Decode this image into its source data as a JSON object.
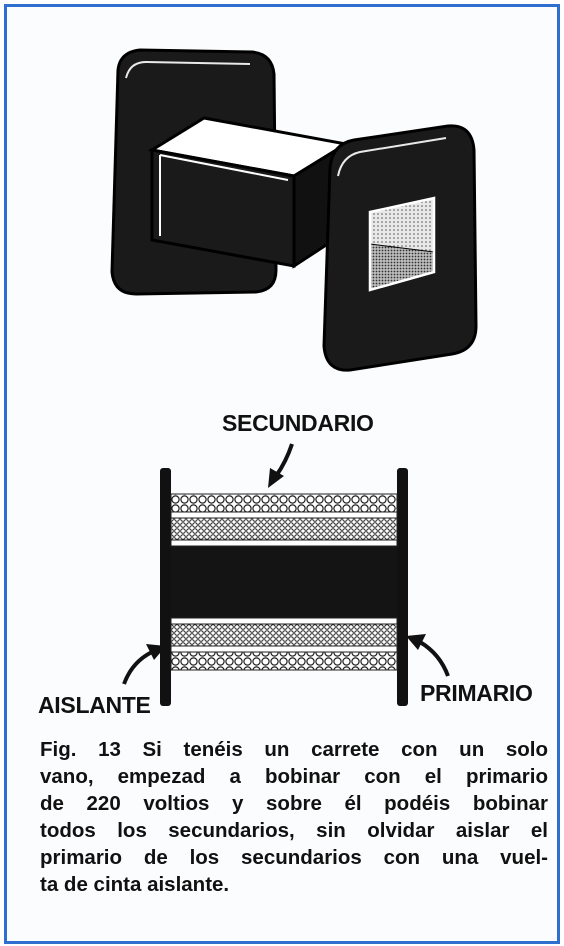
{
  "labels": {
    "secundario": "SECUNDARIO",
    "aislante": "AISLANTE",
    "primario": "PRIMARIO"
  },
  "caption": {
    "lines": [
      "Fig. 13 Si tenéis un carrete con un solo",
      "vano, empezad a bobinar con el primario",
      "de 220 voltios y sobre él podéis bobinar",
      "todos los secundarios, sin olvidar aislar el",
      "primario de los secundarios con una vuel-",
      "ta de cinta aislante."
    ]
  },
  "colors": {
    "frame_border": "#2f6fcf",
    "ink": "#111111",
    "background": "#fbfcfd"
  }
}
